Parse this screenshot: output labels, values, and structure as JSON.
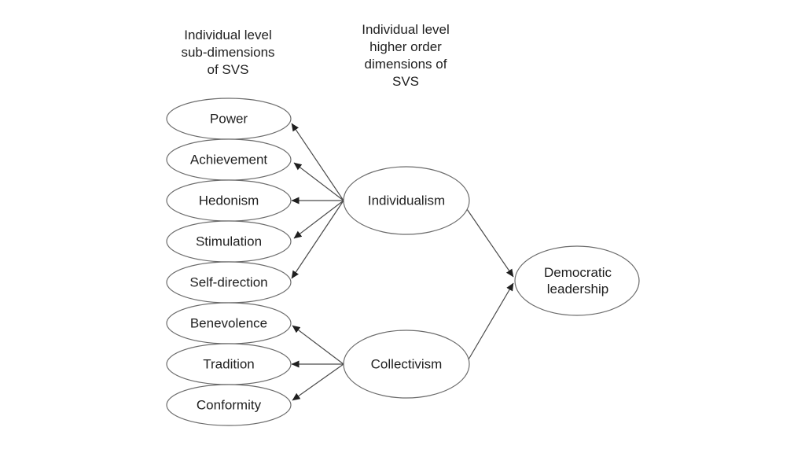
{
  "diagram": {
    "left_column_header": "Individual level\nsub-dimensions\nof SVS",
    "middle_column_header": "Individual level\nhigher order\ndimensions of\nSVS",
    "sub_dimensions": [
      "Power",
      "Achievement",
      "Hedonism",
      "Stimulation",
      "Self-direction",
      "Benevolence",
      "Tradition",
      "Conformity"
    ],
    "higher_order_dimensions": [
      "Individualism",
      "Collectivism"
    ],
    "outcome": "Democratic\nleadership",
    "edges": [
      {
        "from": "Individualism",
        "to": "Power"
      },
      {
        "from": "Individualism",
        "to": "Achievement"
      },
      {
        "from": "Individualism",
        "to": "Hedonism"
      },
      {
        "from": "Individualism",
        "to": "Stimulation"
      },
      {
        "from": "Individualism",
        "to": "Self-direction"
      },
      {
        "from": "Collectivism",
        "to": "Benevolence"
      },
      {
        "from": "Collectivism",
        "to": "Tradition"
      },
      {
        "from": "Collectivism",
        "to": "Conformity"
      },
      {
        "from": "Individualism",
        "to": "Democratic leadership"
      },
      {
        "from": "Collectivism",
        "to": "Democratic leadership"
      }
    ],
    "colors": {
      "background": "#ffffff",
      "ellipse_stroke": "#6b6b6b",
      "edge_line": "#4a4a4a",
      "arrowhead": "#1f1f1f",
      "text": "#1f1f1f"
    }
  }
}
